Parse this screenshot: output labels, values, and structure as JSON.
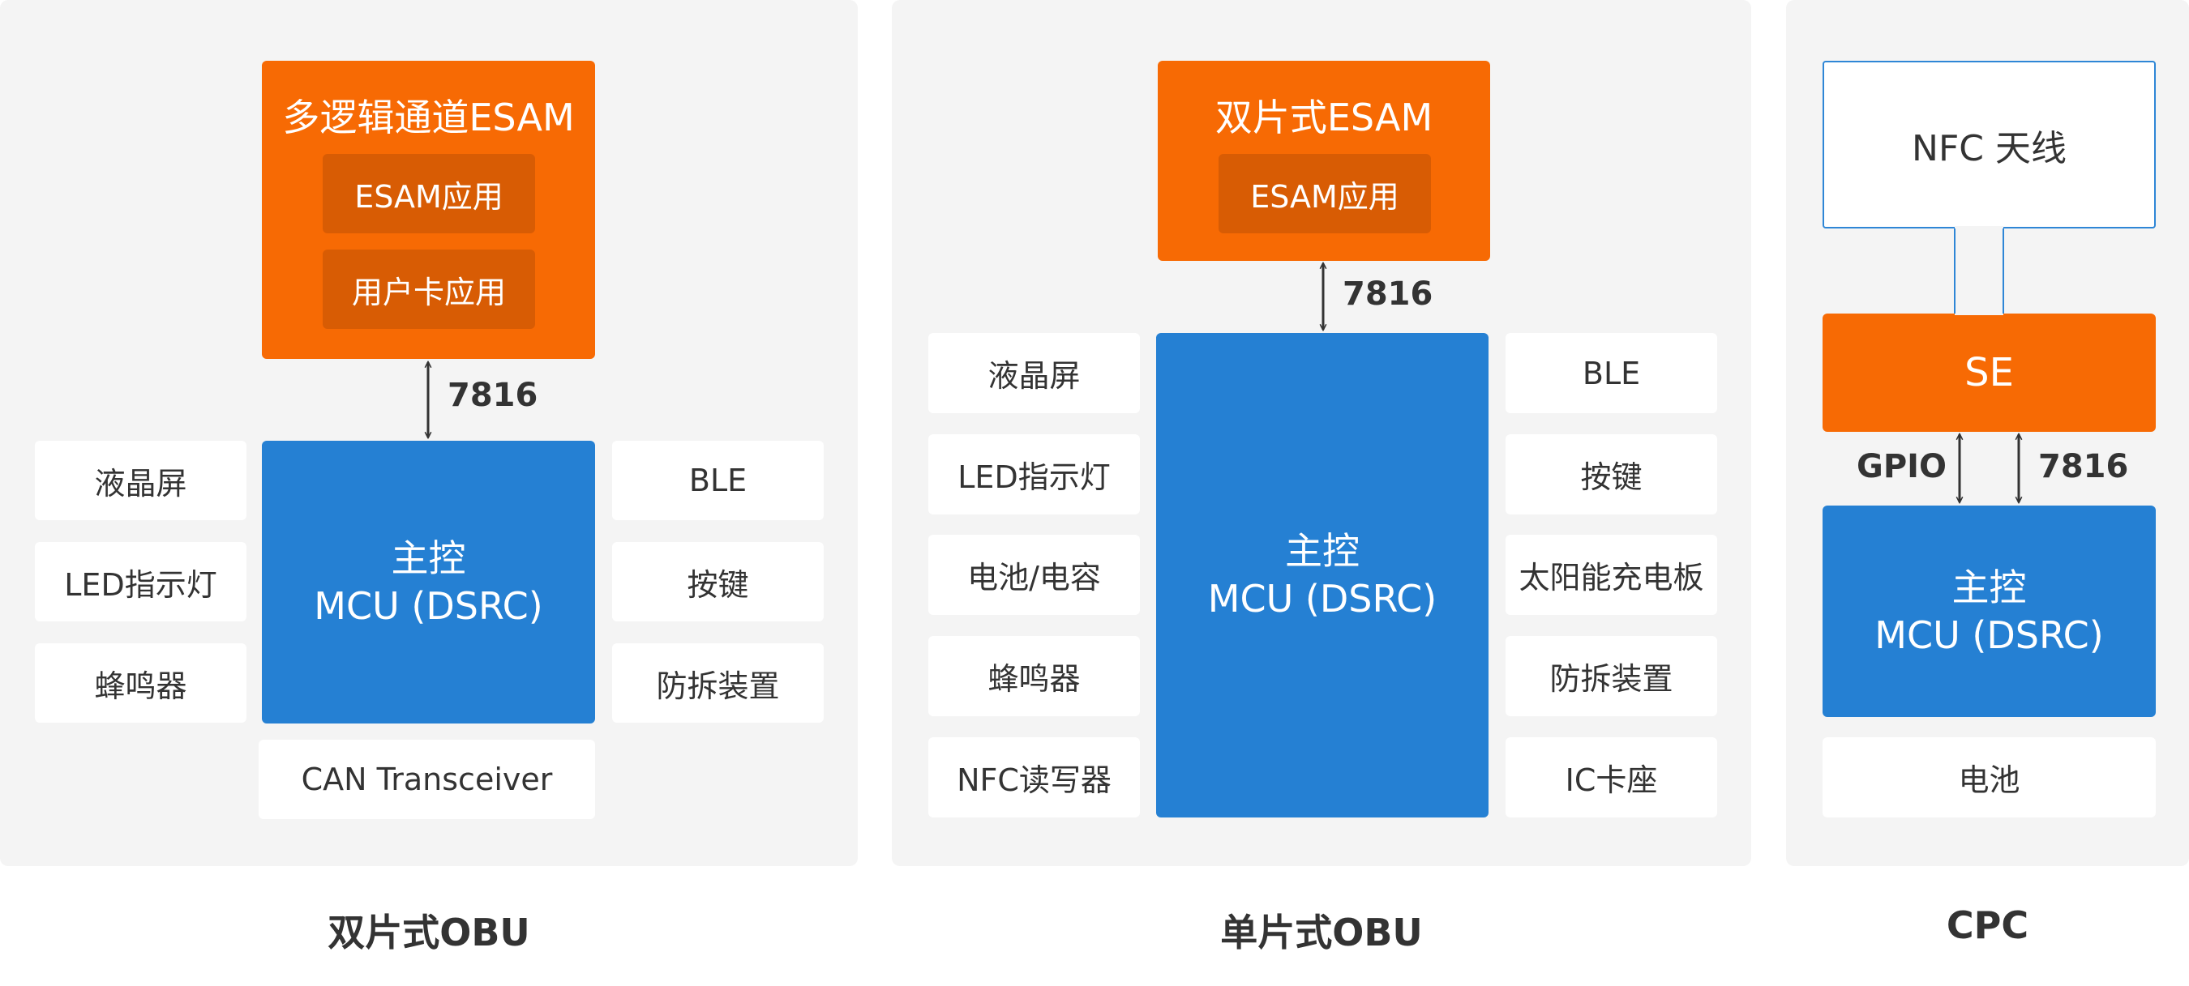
{
  "dual": {
    "esam_title": "多逻辑通道ESAM",
    "esam_app": "ESAM应用",
    "user_card_app": "用户卡应用",
    "interface": "7816",
    "mcu_line1": "主控",
    "mcu_line2": "MCU (DSRC)",
    "left": [
      "液晶屏",
      "LED指示灯",
      "蜂鸣器"
    ],
    "right": [
      "BLE",
      "按键",
      "防拆装置"
    ],
    "bottom": "CAN Transceiver",
    "caption": "双片式OBU"
  },
  "single": {
    "esam_title": "双片式ESAM",
    "esam_app": "ESAM应用",
    "interface": "7816",
    "mcu_line1": "主控",
    "mcu_line2": "MCU (DSRC)",
    "left": [
      "液晶屏",
      "LED指示灯",
      "电池/电容",
      "蜂鸣器",
      "NFC读写器"
    ],
    "right": [
      "BLE",
      "按键",
      "太阳能充电板",
      "防拆装置",
      "IC卡座"
    ],
    "caption": "单片式OBU"
  },
  "cpc": {
    "antenna": "NFC 天线",
    "se": "SE",
    "gpio": "GPIO",
    "interface": "7816",
    "mcu_line1": "主控",
    "mcu_line2": "MCU (DSRC)",
    "battery": "电池",
    "caption": "CPC"
  },
  "colors": {
    "panel_bg": "#f4f4f4",
    "orange": "#f76a04",
    "orange_inner": "#d85c04",
    "blue": "#2580d3",
    "outline_blue": "#2e86d6",
    "text": "#333333"
  }
}
